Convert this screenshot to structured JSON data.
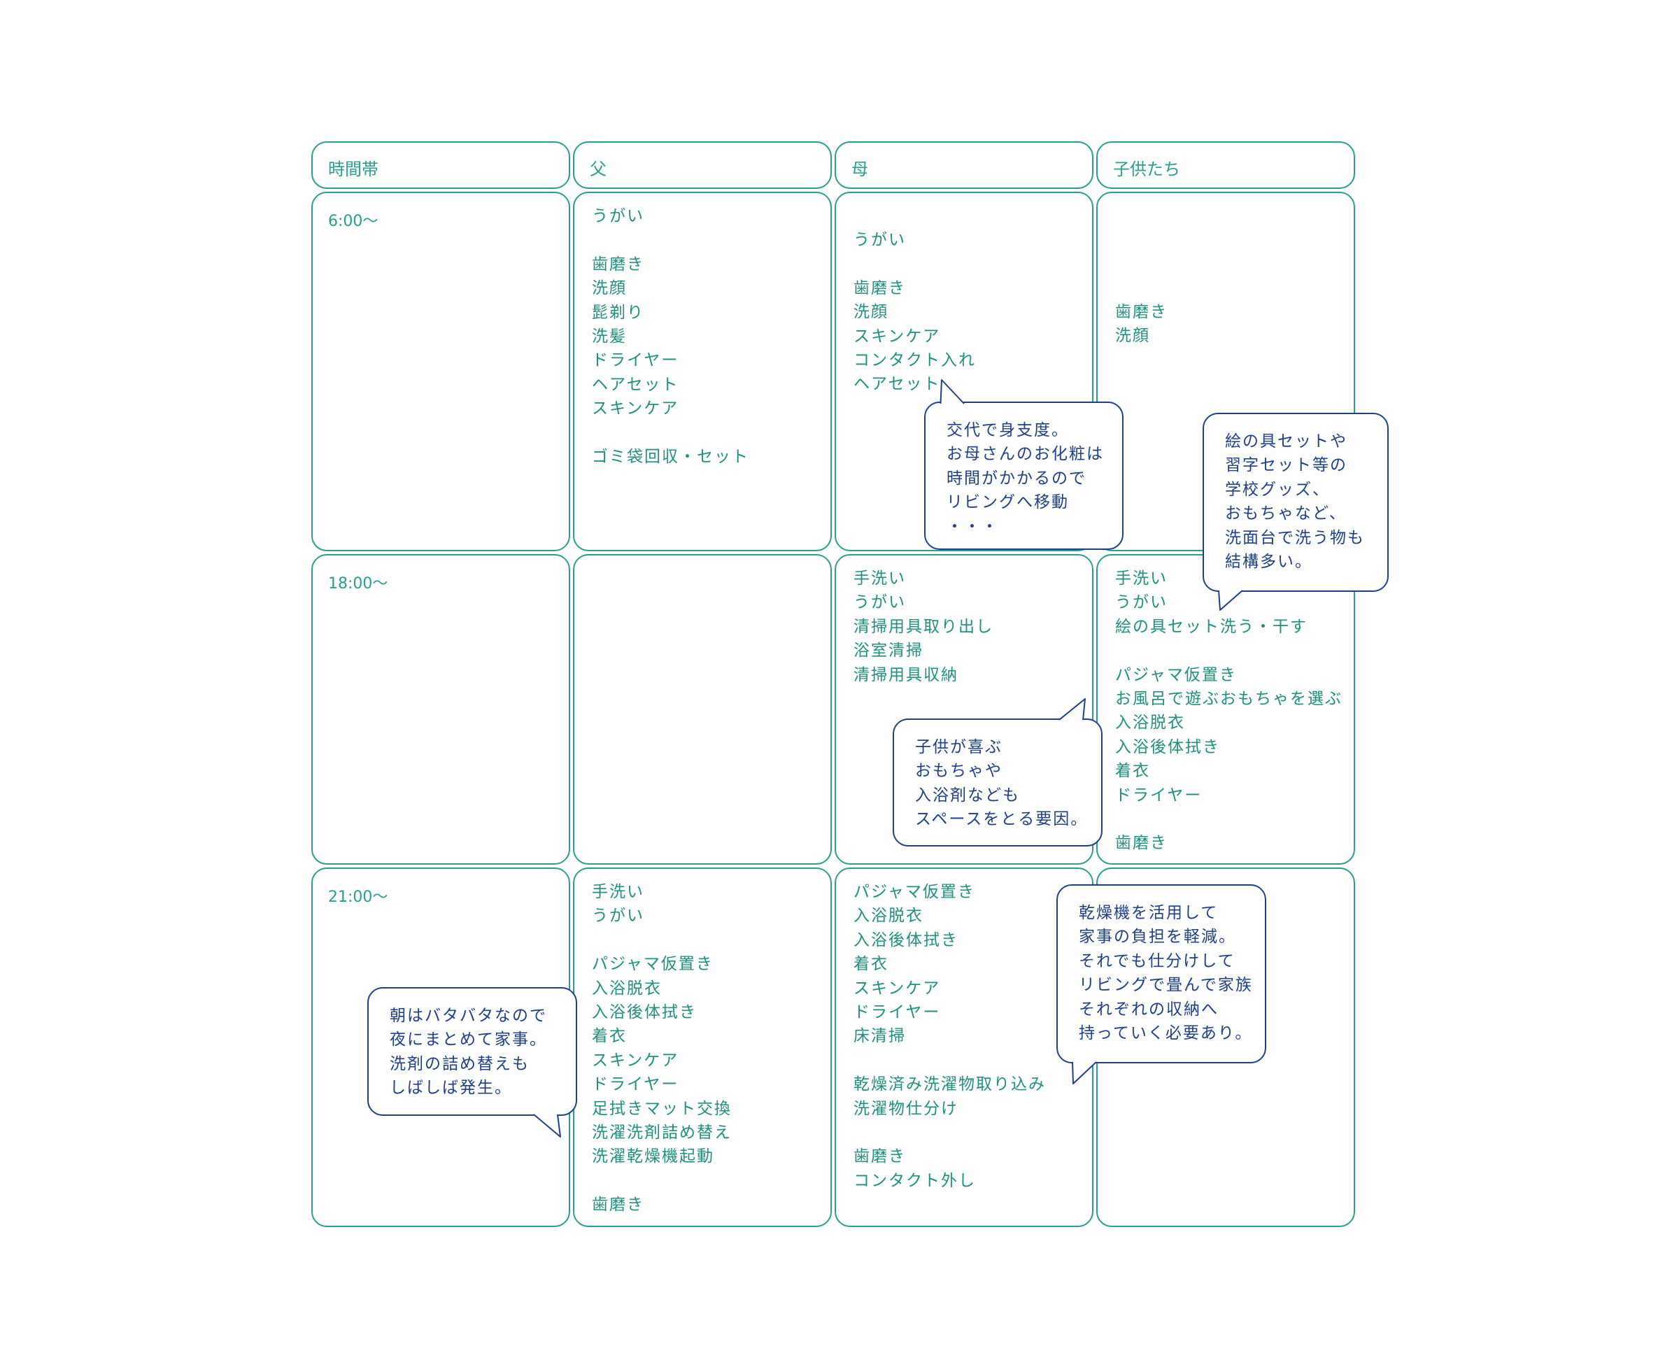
{
  "headers": {
    "time": "時間帯",
    "father": "父",
    "mother": "母",
    "children": "子供たち"
  },
  "times": {
    "morning": "6:00〜",
    "evening": "18:00〜",
    "night": "21:00〜"
  },
  "cells": {
    "morning_father": [
      "うがい",
      "",
      "歯磨き",
      "洗顔",
      "髭剃り",
      "洗髪",
      "ドライヤー",
      "ヘアセット",
      "スキンケア",
      "",
      "ゴミ袋回収・セット"
    ],
    "morning_mother": [
      "うがい",
      "",
      "歯磨き",
      "洗顔",
      "スキンケア",
      "コンタクト入れ",
      "ヘアセット"
    ],
    "morning_children": [
      "歯磨き",
      "洗顔"
    ],
    "evening_father": [],
    "evening_mother": [
      "手洗い",
      "うがい",
      "清掃用具取り出し",
      "浴室清掃",
      "清掃用具収納"
    ],
    "evening_children": [
      "手洗い",
      "うがい",
      "絵の具セット洗う・干す",
      "",
      "パジャマ仮置き",
      "お風呂で遊ぶおもちゃを選ぶ",
      "入浴脱衣",
      "入浴後体拭き",
      "着衣",
      "ドライヤー",
      "",
      "歯磨き"
    ],
    "night_father": [
      "手洗い",
      "うがい",
      "",
      "パジャマ仮置き",
      "入浴脱衣",
      "入浴後体拭き",
      "着衣",
      "スキンケア",
      "ドライヤー",
      "足拭きマット交換",
      "洗濯洗剤詰め替え",
      "洗濯乾燥機起動",
      "",
      "歯磨き"
    ],
    "night_mother": [
      "パジャマ仮置き",
      "入浴脱衣",
      "入浴後体拭き",
      "着衣",
      "スキンケア",
      "ドライヤー",
      "床清掃",
      "",
      "乾燥済み洗濯物取り込み",
      "洗濯物仕分け",
      "",
      "歯磨き",
      "コンタクト外し"
    ],
    "night_children": []
  },
  "bubbles": {
    "morning_mother": [
      "交代で身支度。",
      "お母さんのお化粧は",
      "時間がかかるので",
      "リビングへ移動",
      "・・・"
    ],
    "children_supplies": [
      "絵の具セットや",
      "習字セット等の",
      "学校グッズ、",
      "おもちゃなど、",
      "洗面台で洗う物も",
      "結構多い。"
    ],
    "bath_toys": [
      "子供が喜ぶ",
      "おもちゃや",
      "入浴剤なども",
      "スペースをとる要因。"
    ],
    "night_father": [
      "朝はバタバタなので",
      "夜にまとめて家事。",
      "洗剤の詰め替えも",
      "しばしば発生。"
    ],
    "dryer": [
      "乾燥機を活用して",
      "家事の負担を軽減。",
      "それでも仕分けして",
      "リビングで畳んで家族",
      "それぞれの収納へ",
      "持っていく必要あり。"
    ]
  },
  "colors": {
    "grid": "#2a9d8f",
    "text": "#1f9080",
    "bubble": "#1e3f8a"
  }
}
